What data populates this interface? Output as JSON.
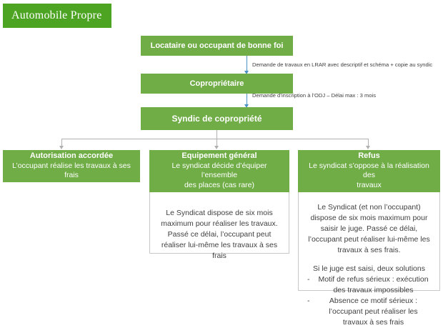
{
  "brand": {
    "title": "Automobile Propre",
    "color": "#4CA422"
  },
  "theme": {
    "node_green": "#70AD47",
    "arrow_blue": "#4A90C4",
    "connector_gray": "#B0B0B0",
    "text_gray": "#404040"
  },
  "flow": {
    "nodes": [
      {
        "title": "Locataire ou occupant de bonne foi"
      },
      {
        "title": "Copropriétaire"
      },
      {
        "title": "Syndic de copropriété"
      }
    ],
    "arrows": [
      {
        "label": "Demande de travaux en LRAR avec descriptif et schéma + copie au syndic"
      },
      {
        "label": "Demande d’inscription à l’ODJ – Délai max : 3 mois"
      }
    ]
  },
  "outcomes": [
    {
      "header_title": "Autorisation accordée",
      "header_sub": "L’occupant réalise les travaux à ses frais",
      "body_paragraphs": []
    },
    {
      "header_title": "Equipement général",
      "header_sub_line1": "Le syndicat décide d’équiper l’ensemble",
      "header_sub_line2": "des places (cas rare)",
      "body_paragraphs": [
        "Le Syndicat dispose de six mois maximum pour réaliser les travaux. Passé ce délai, l’occupant peut réaliser lui-même les travaux à ses frais"
      ]
    },
    {
      "header_title": "Refus",
      "header_sub_line1": "Le syndicat s’oppose à la réalisation des",
      "header_sub_line2": "travaux",
      "body_paragraphs": [
        "Le Syndicat (et non l’occupant) dispose de six mois maximum pour saisir le juge. Passé ce délai, l’occupant peut réaliser lui-même les travaux à ses frais.",
        "Si le juge est saisi, deux solutions"
      ],
      "bullets": [
        {
          "dash": "-",
          "text": "Motif de refus sérieux : exécution des travaux impossibles"
        },
        {
          "dash": "-",
          "text": "Absence ce motif sérieux : l’occupant peut réaliser les travaux à ses frais"
        }
      ]
    }
  ]
}
